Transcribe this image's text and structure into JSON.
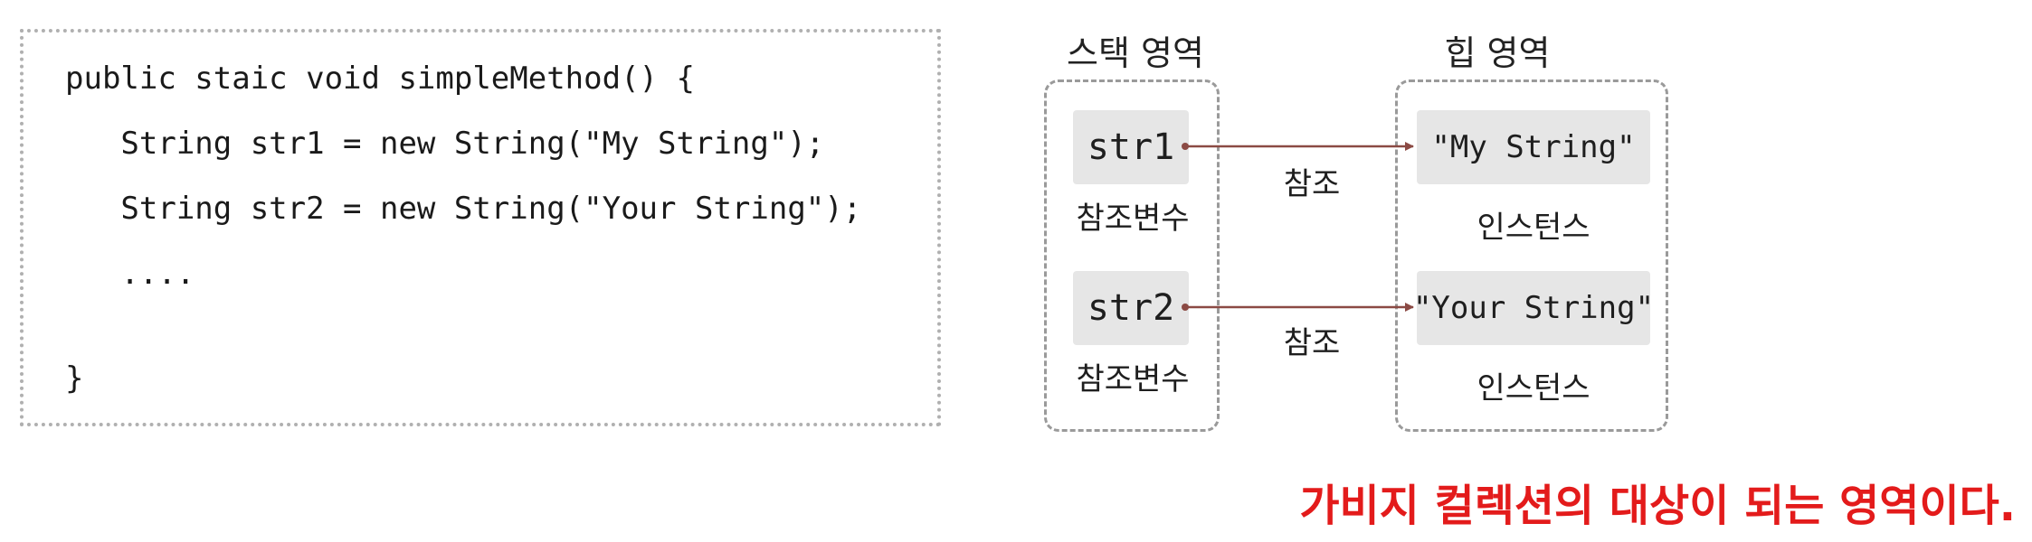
{
  "code": {
    "lines": [
      "public staic void simpleMethod() {",
      "   String str1 = new String(\"My String\");",
      "   String str2 = new String(\"Your String\");",
      "   ....",
      "}"
    ]
  },
  "diagram": {
    "stack_title": "스택 영역",
    "heap_title": "힙 영역",
    "rows": [
      {
        "variable": "str1",
        "variable_caption": "참조변수",
        "reference_label": "참조",
        "instance": "\"My String\"",
        "instance_caption": "인스턴스"
      },
      {
        "variable": "str2",
        "variable_caption": "참조변수",
        "reference_label": "참조",
        "instance": "\"Your String\"",
        "instance_caption": "인스턴스"
      }
    ],
    "arrow_color": "#8b4a44"
  },
  "note": {
    "text": "가비지 컬렉션의 대상이 되는 영역이다.",
    "color": "#e31b1b"
  }
}
